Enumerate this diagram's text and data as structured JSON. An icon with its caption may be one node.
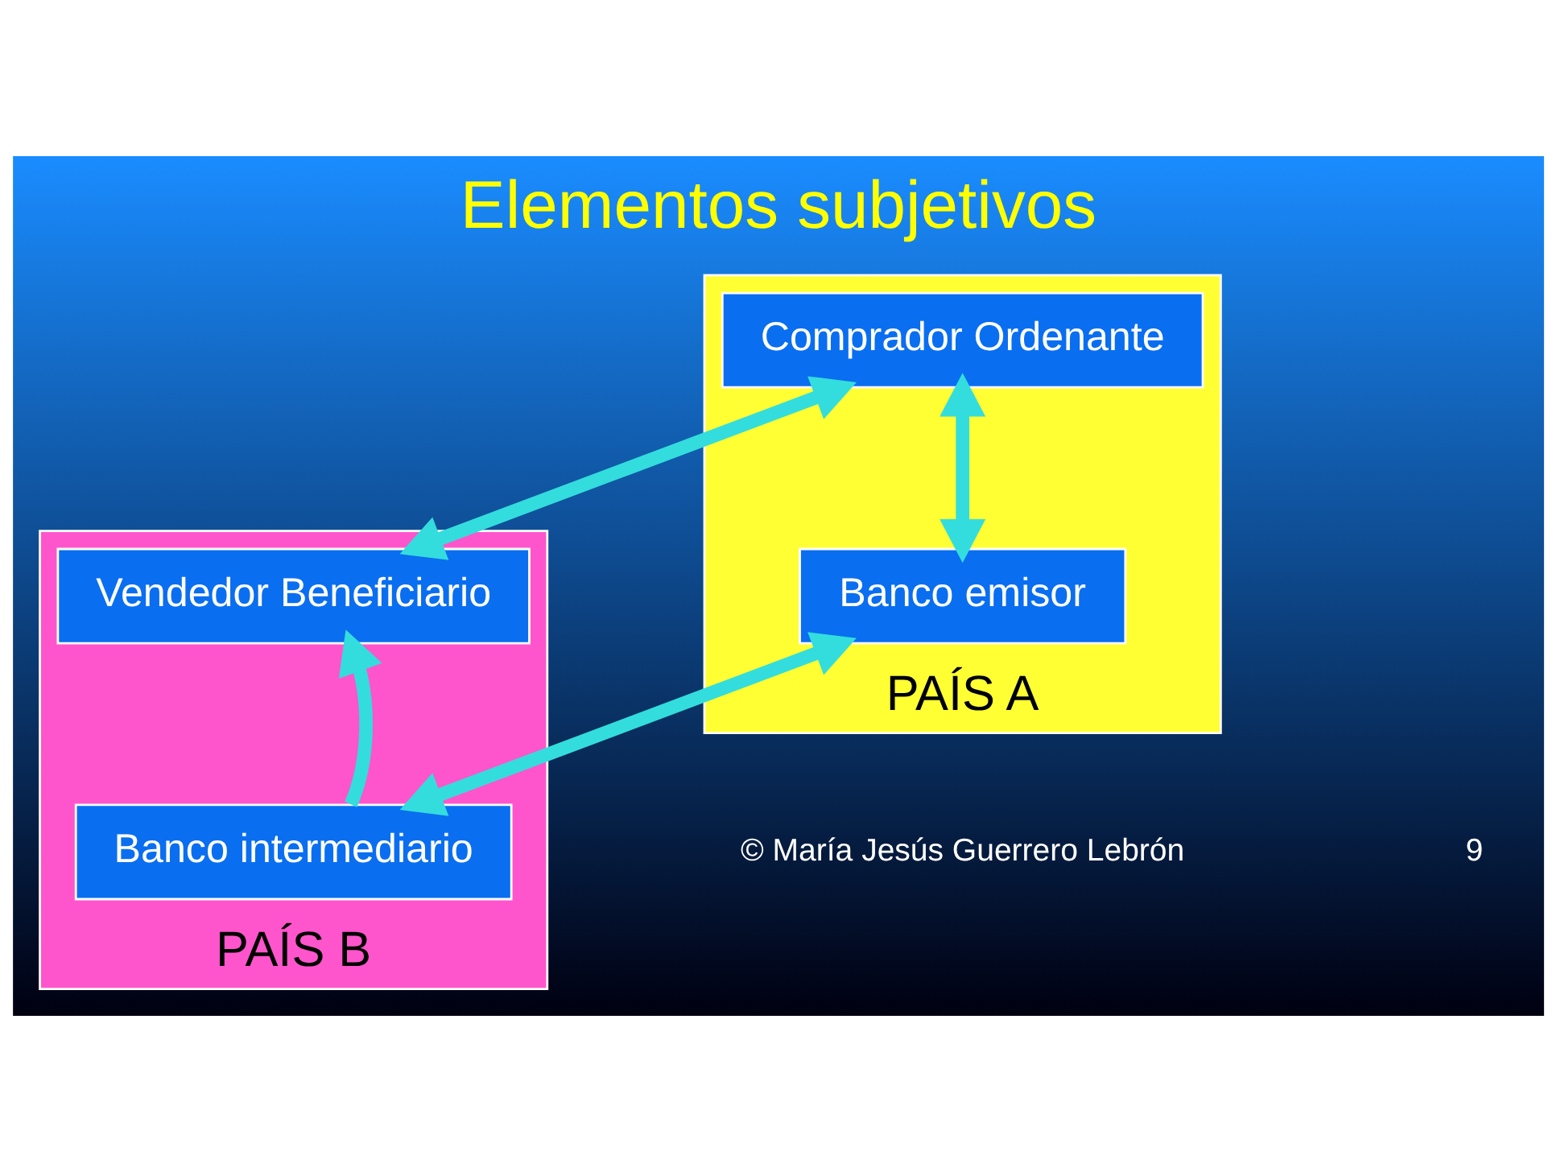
{
  "diagram": {
    "title": "Elementos subjetivos",
    "nodes": [
      {
        "text": [
          "PAÍS A"
        ]
      },
      {
        "text": [
          "Comprador Ordenante"
        ],
        "in": 0
      },
      {
        "text": [
          "Banco emisor"
        ],
        "in": 0
      },
      {
        "text": [
          "PAÍS B"
        ]
      },
      {
        "text": [
          "Vendedor Beneficiario"
        ],
        "in": 3
      },
      {
        "text": [
          "Banco intermediario"
        ],
        "in": 3
      }
    ],
    "edges": [
      {
        "from": 1,
        "to": 4,
        "arrow": "both"
      },
      {
        "from": 1,
        "to": 2,
        "arrow": "both"
      },
      {
        "from": 2,
        "to": 5,
        "arrow": "both"
      },
      {
        "from": 5,
        "to": 4,
        "arrow": "to"
      }
    ],
    "labels": [
      "© María Jesús Guerrero Lebrón",
      "9"
    ]
  }
}
